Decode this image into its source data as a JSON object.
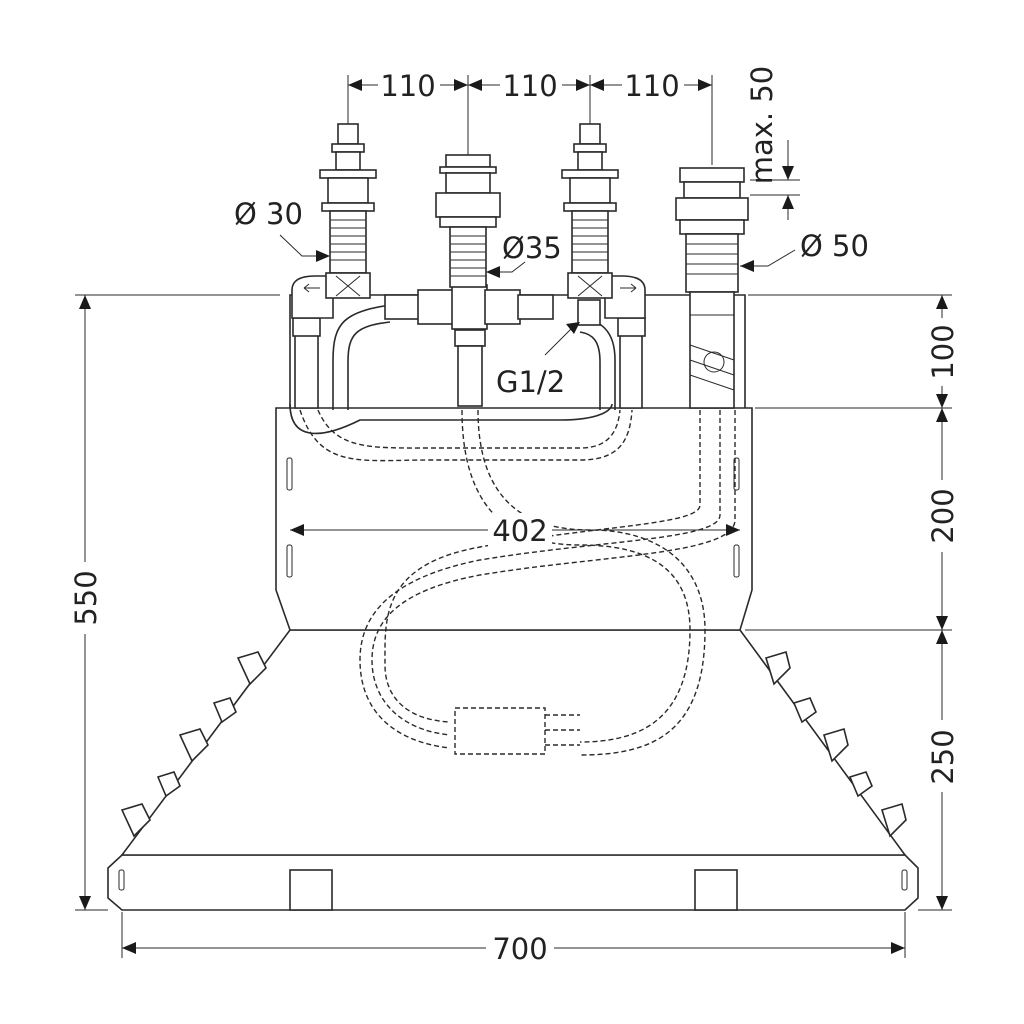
{
  "title": "Installation dimension drawing - 4-hole bath mixer rough-in set",
  "dimensions": {
    "spacing_1": "110",
    "spacing_2": "110",
    "spacing_3": "110",
    "max_height": "max. 50",
    "diameter_valve": "Ø 30",
    "diameter_spout": "Ø35",
    "diameter_shower": "Ø 50",
    "thread": "G1/2",
    "total_height": "550",
    "upper_height": "100",
    "middle_height": "200",
    "lower_height": "250",
    "inner_width": "402",
    "total_width": "700"
  },
  "colors": {
    "line": "#2a2a2a",
    "background": "#ffffff"
  }
}
